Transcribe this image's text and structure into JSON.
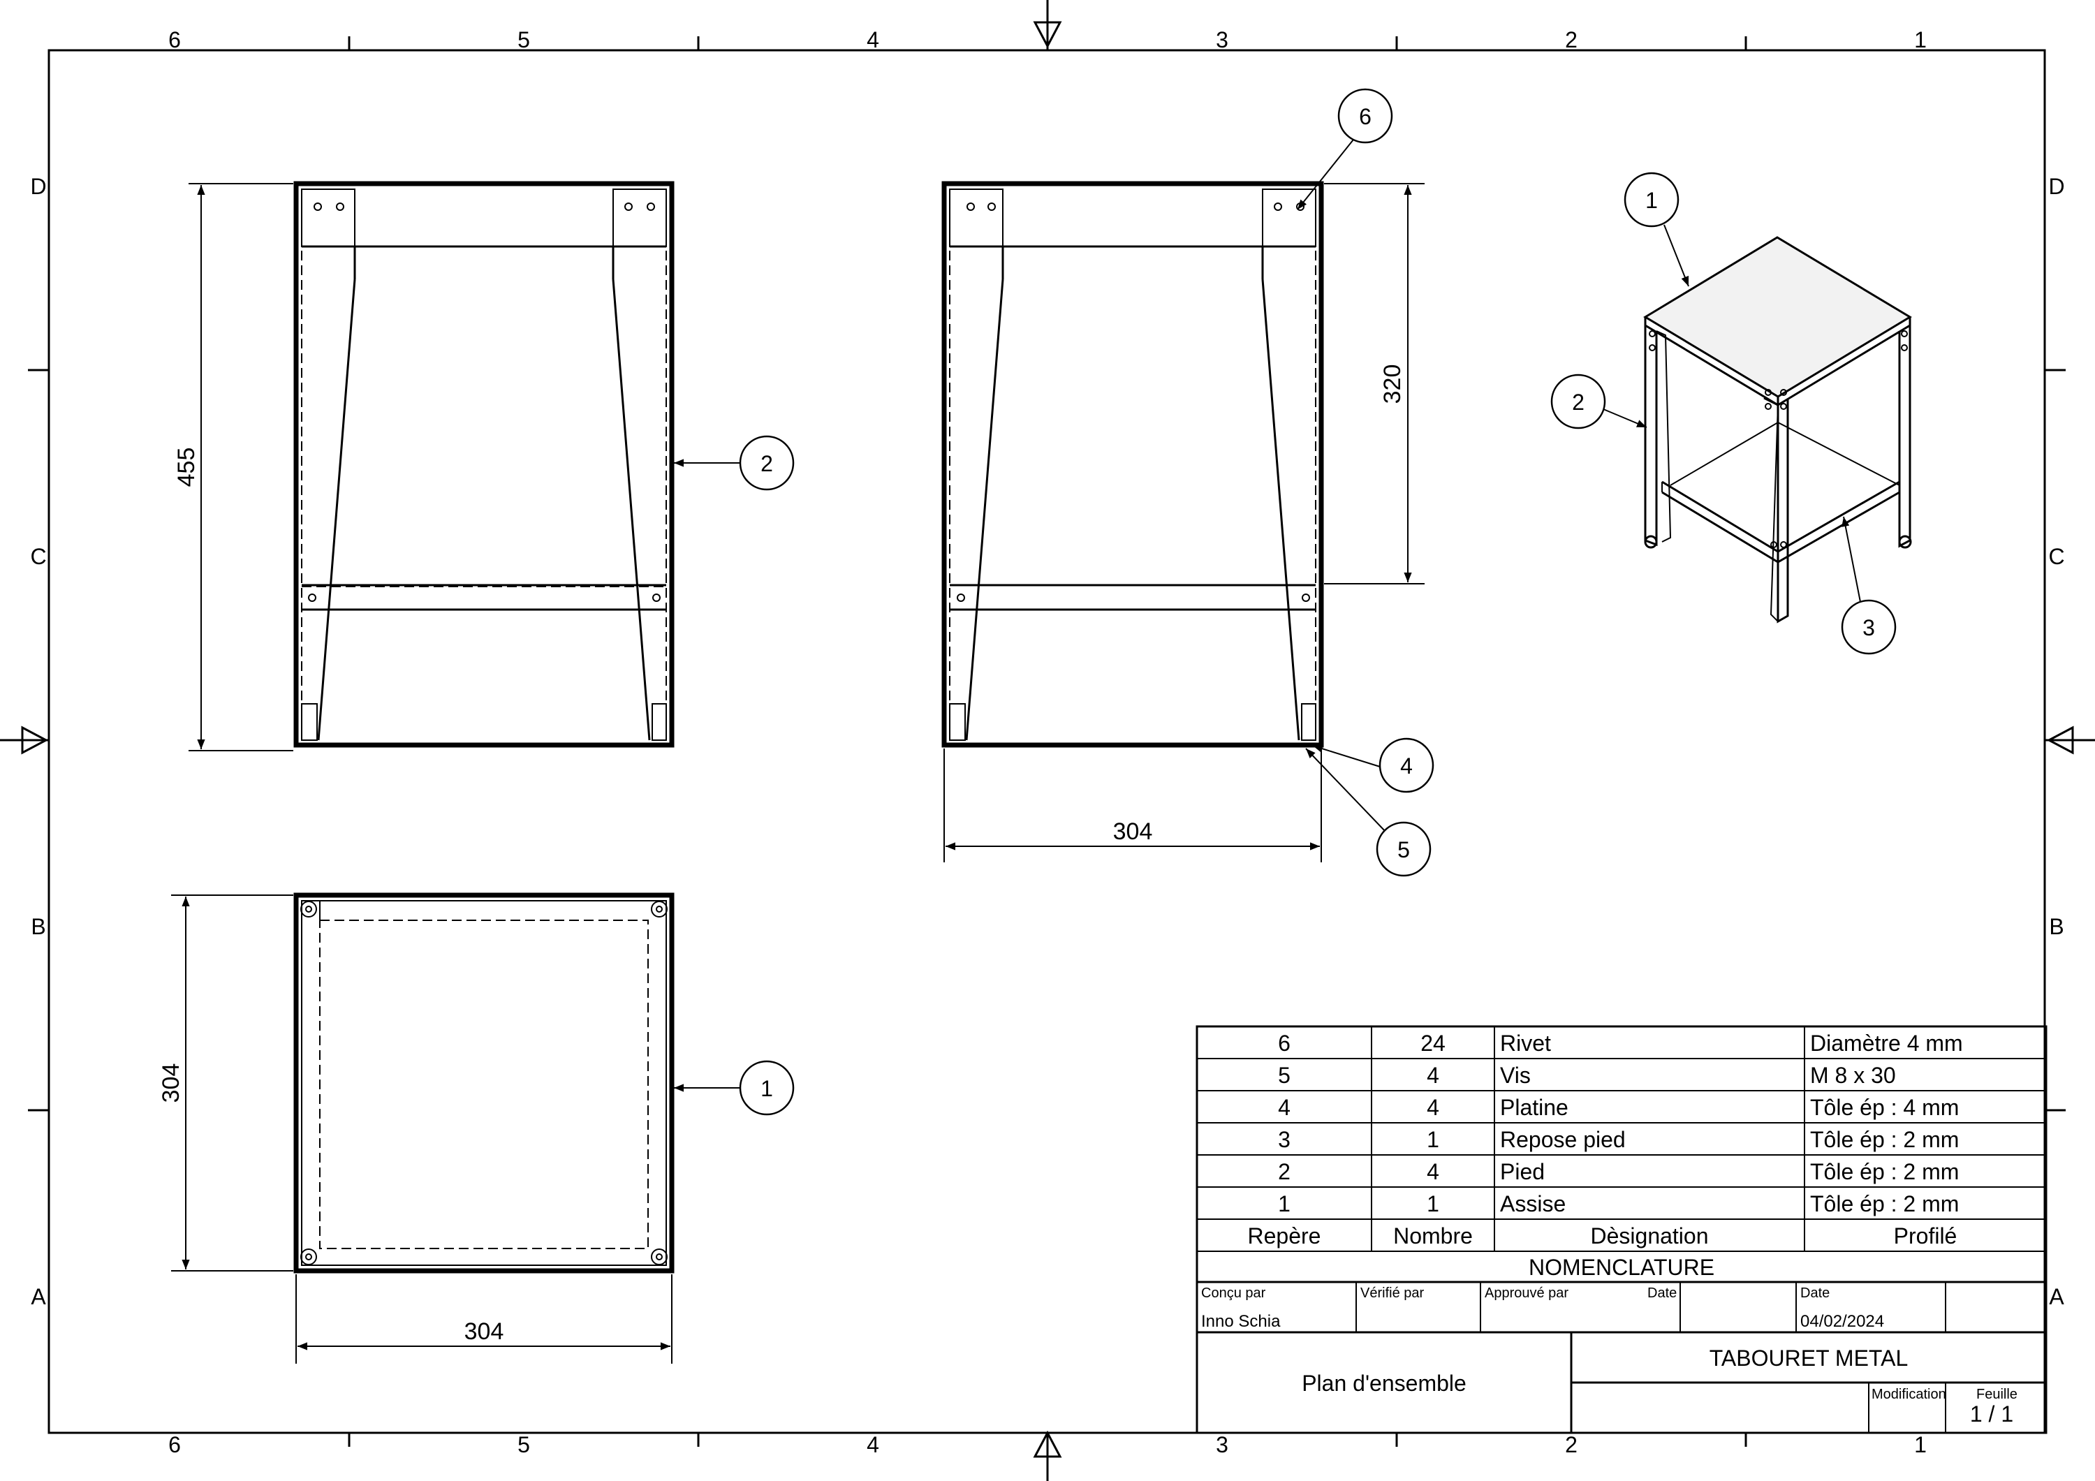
{
  "grid": {
    "columns": [
      "6",
      "5",
      "4",
      "3",
      "2",
      "1"
    ],
    "rows": [
      "D",
      "C",
      "B",
      "A"
    ]
  },
  "dimensions": {
    "front_height": "455",
    "side_height": "320",
    "side_width": "304",
    "top_depth": "304",
    "top_width": "304"
  },
  "balloons": {
    "front_pied": "2",
    "top_assise": "1",
    "side_rivet": "6",
    "side_platine": "4",
    "side_vis": "5",
    "iso_assise": "1",
    "iso_pied": "2",
    "iso_repose": "3"
  },
  "bom": {
    "rows": [
      {
        "repere": "6",
        "nombre": "24",
        "designation": "Rivet",
        "profile": "Diamètre 4 mm"
      },
      {
        "repere": "5",
        "nombre": "4",
        "designation": "Vis",
        "profile": "M 8 x 30"
      },
      {
        "repere": "4",
        "nombre": "4",
        "designation": "Platine",
        "profile": "Tôle ép : 4 mm"
      },
      {
        "repere": "3",
        "nombre": "1",
        "designation": "Repose pied",
        "profile": "Tôle ép : 2 mm"
      },
      {
        "repere": "2",
        "nombre": "4",
        "designation": "Pied",
        "profile": "Tôle ép : 2 mm"
      },
      {
        "repere": "1",
        "nombre": "1",
        "designation": "Assise",
        "profile": "Tôle ép : 2 mm"
      }
    ],
    "headers": {
      "repere": "Repère",
      "nombre": "Nombre",
      "designation": "Dèsignation",
      "profile": "Profilé"
    },
    "title": "NOMENCLATURE"
  },
  "title_block": {
    "concu_label": "Conçu par",
    "concu_value": "Inno Schia",
    "verifie_label": "Vérifié par",
    "approuve_label": "Approuvé par",
    "date1_label": "Date",
    "date2_label": "Date",
    "date_value": "04/02/2024",
    "drawing_name": "Plan d'ensemble",
    "part_title": "TABOURET METAL",
    "modification_label": "Modification",
    "feuille_label": "Feuille",
    "feuille_value": "1 / 1"
  }
}
